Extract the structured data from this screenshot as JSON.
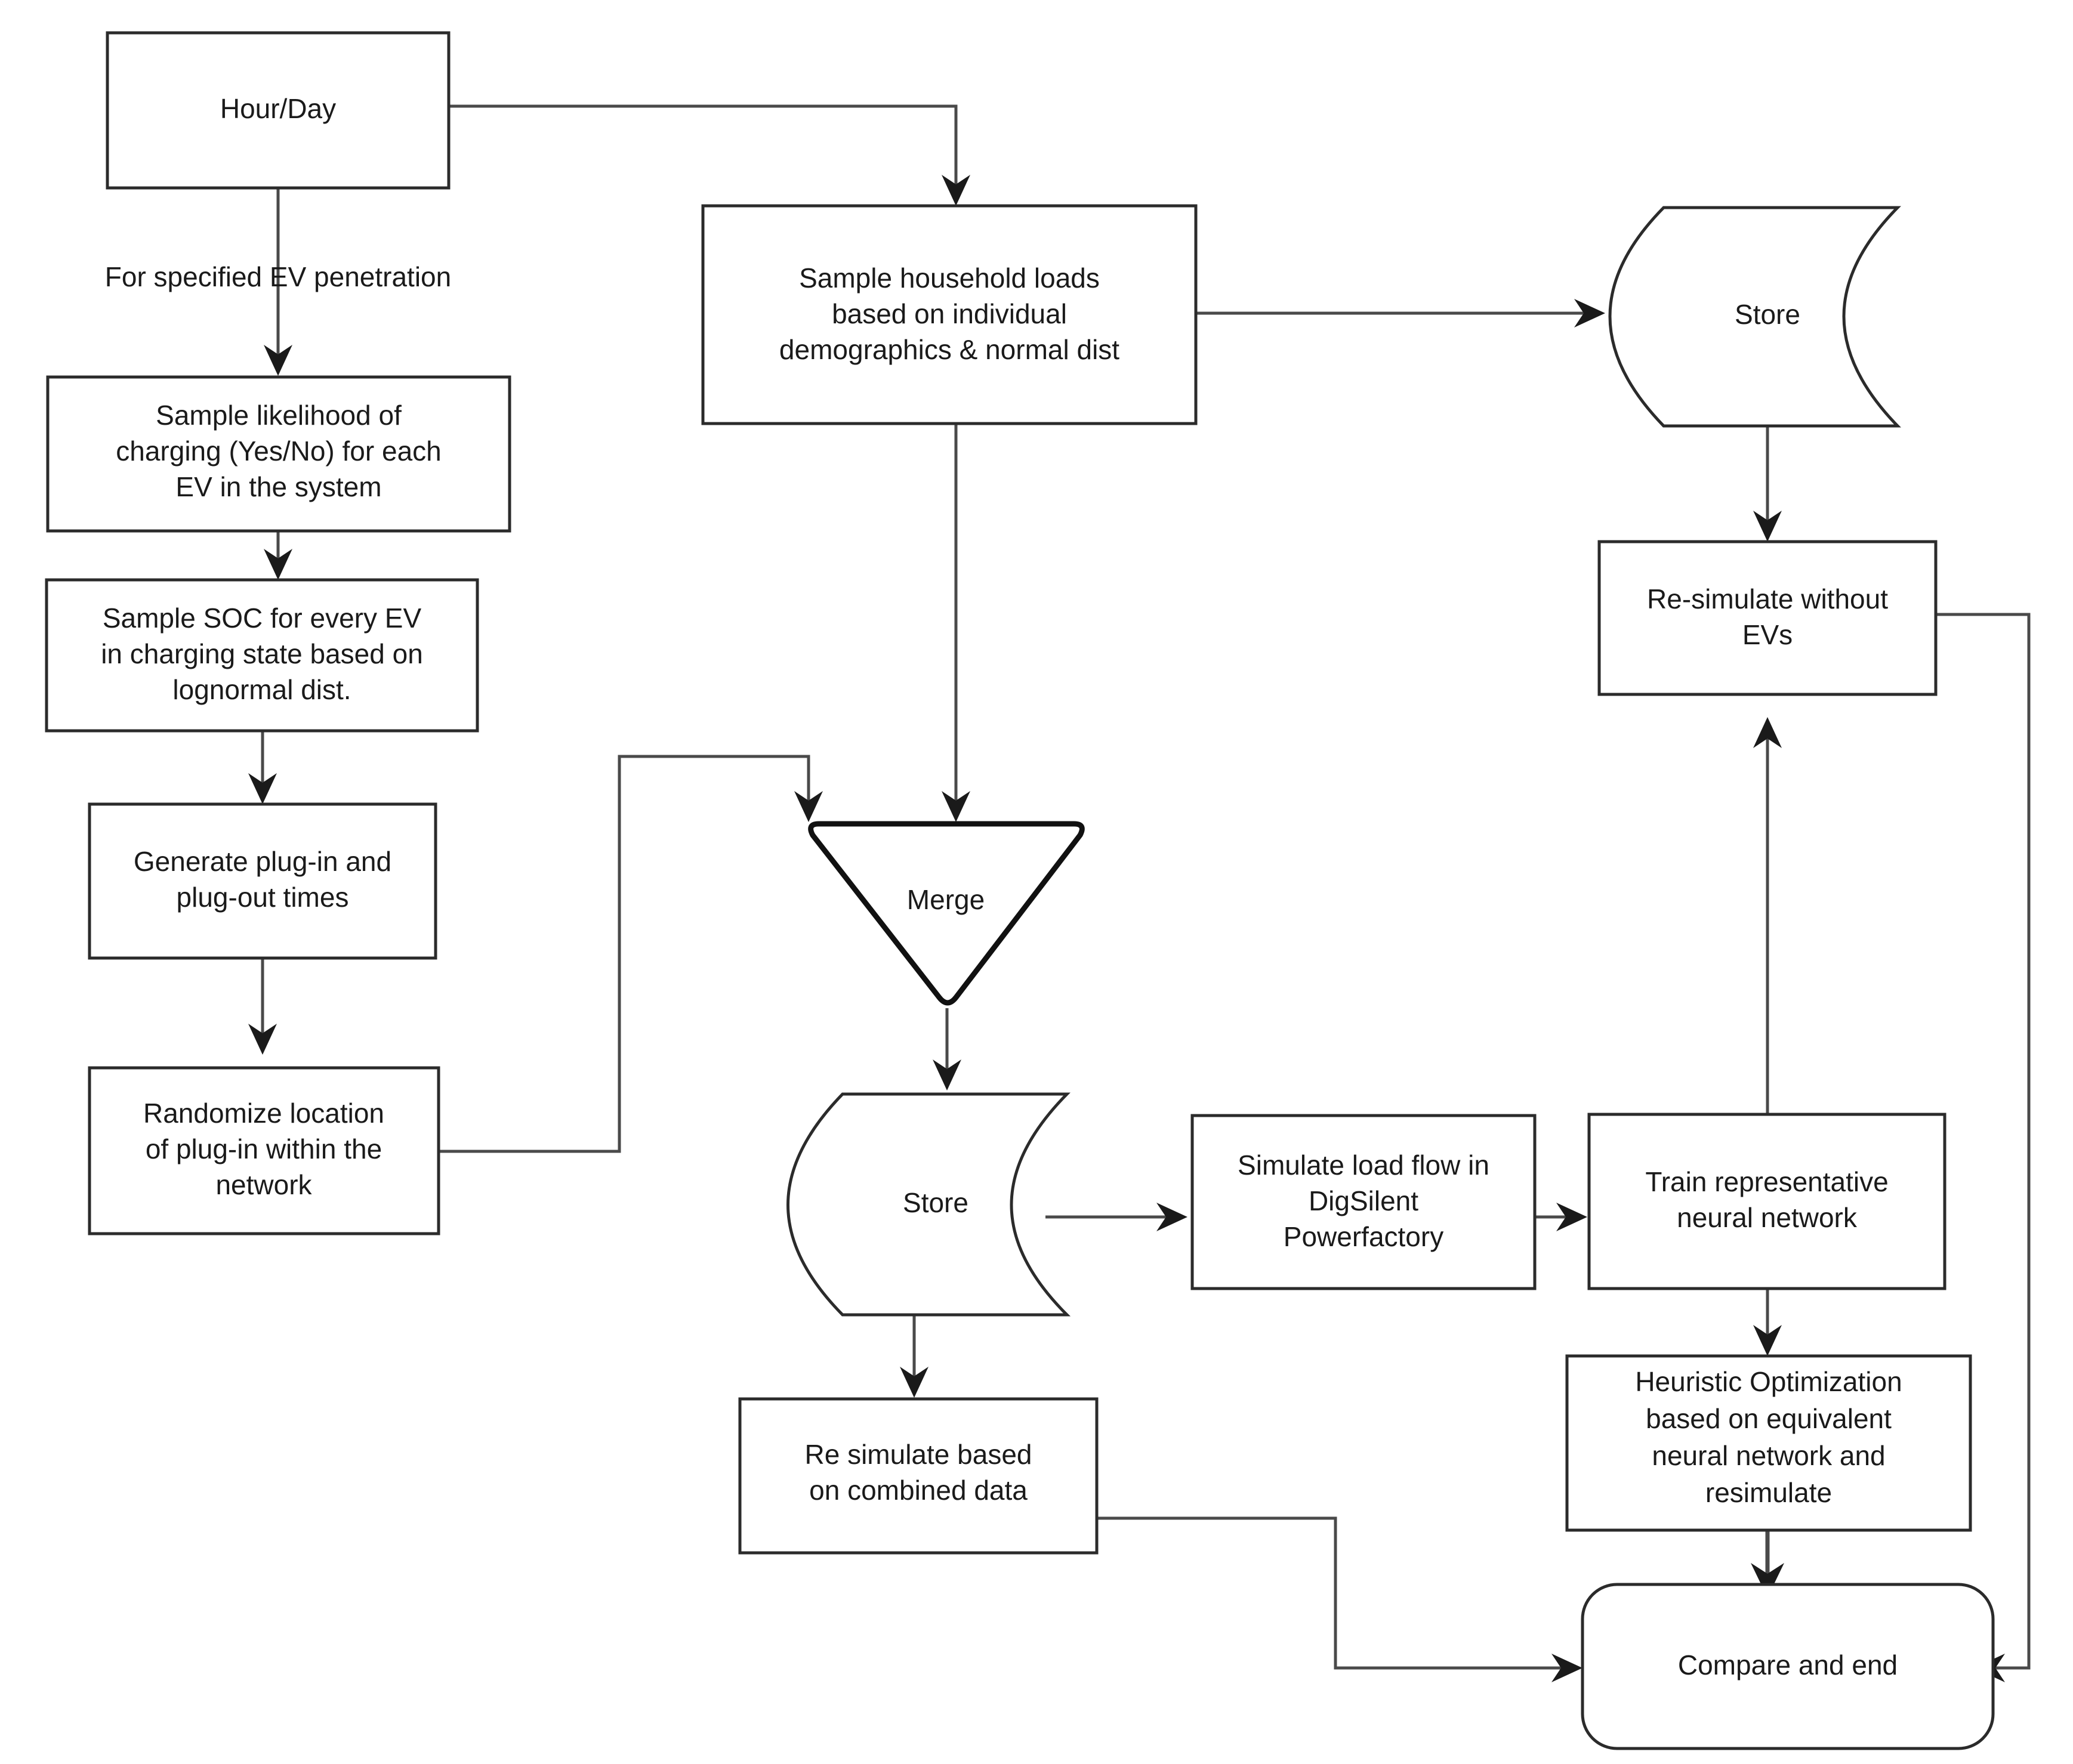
{
  "diagram": {
    "title": "EV charging simulation flowchart",
    "stroke_color": "#2b2b2b",
    "edge_color": "#4a4a4a",
    "background": "#ffffff"
  },
  "nodes": {
    "hour_day": {
      "label": "Hour/Day",
      "shape": "rectangle"
    },
    "sample_likelihood": {
      "line1": "Sample likelihood of",
      "line2": "charging (Yes/No) for each",
      "line3": "EV in the system",
      "shape": "rectangle"
    },
    "sample_soc": {
      "line1": "Sample SOC for every EV",
      "line2": "in charging state based on",
      "line3": "lognormal dist.",
      "shape": "rectangle"
    },
    "generate_plug": {
      "line1": "Generate plug-in and",
      "line2": "plug-out times",
      "shape": "rectangle"
    },
    "randomize_location": {
      "line1": "Randomize location",
      "line2": "of plug-in within the",
      "line3": "network",
      "shape": "rectangle"
    },
    "sample_household": {
      "line1": "Sample household loads",
      "line2": "based on individual",
      "line3": "demographics & normal dist",
      "shape": "rectangle"
    },
    "store_top": {
      "label": "Store",
      "shape": "stored-data"
    },
    "merge": {
      "label": "Merge",
      "shape": "inverted-triangle"
    },
    "store_mid": {
      "label": "Store",
      "shape": "stored-data"
    },
    "resimulate_without_evs": {
      "line1": "Re-simulate without",
      "line2": "EVs",
      "shape": "rectangle"
    },
    "simulate_load_flow": {
      "line1": "Simulate load flow in",
      "line2": "DigSilent",
      "line3": "Powerfactory",
      "shape": "rectangle"
    },
    "train_nn": {
      "line1": "Train representative",
      "line2": "neural network",
      "shape": "rectangle"
    },
    "heuristic_opt": {
      "line1": "Heuristic Optimization",
      "line2": "based on equivalent",
      "line3": "neural network and",
      "line4": "resimulate",
      "shape": "rectangle"
    },
    "re_simulate_combined": {
      "line1": "Re simulate based",
      "line2": "on combined data",
      "shape": "rectangle"
    },
    "compare_end": {
      "label": "Compare and end",
      "shape": "rounded-rectangle"
    }
  },
  "edge_labels": {
    "ev_penetration": "For specified EV penetration"
  }
}
